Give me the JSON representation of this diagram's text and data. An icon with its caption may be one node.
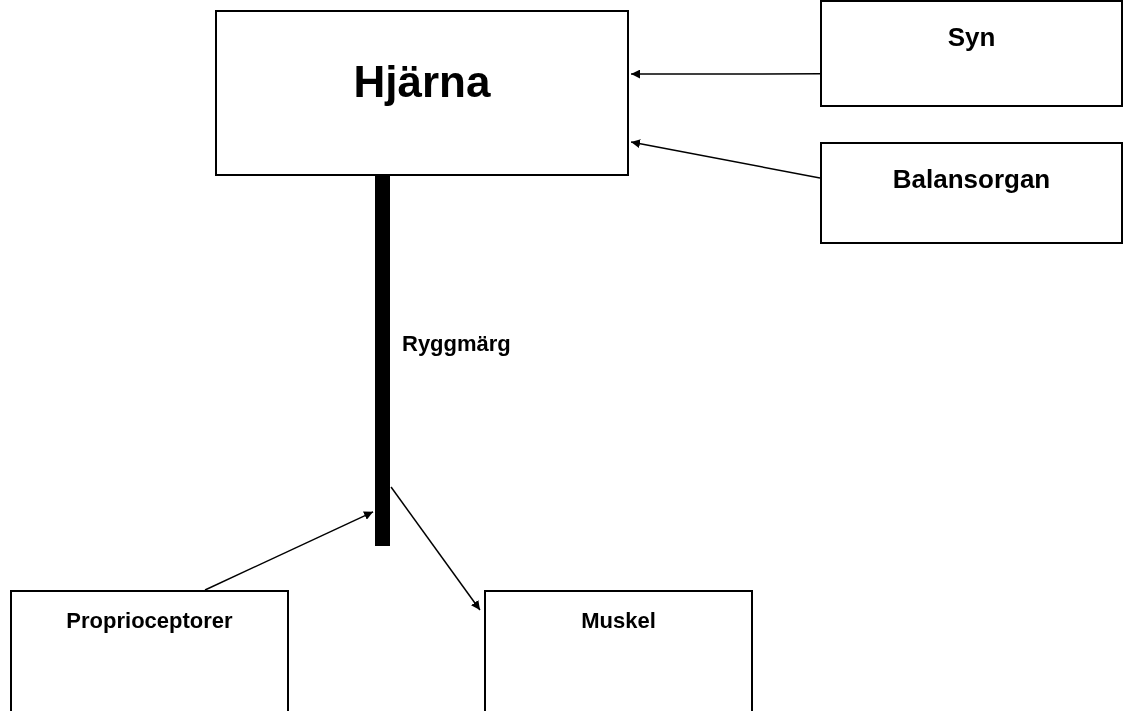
{
  "diagram": {
    "nodes": [
      {
        "text": [
          "Hjärna"
        ]
      },
      {
        "text": [
          "Syn"
        ]
      },
      {
        "text": [
          "Balansorgan"
        ]
      },
      {
        "text": [],
        "shape": "bar",
        "beside": [
          "Ryggmärg"
        ]
      },
      {
        "text": [
          "Proprioceptorer"
        ]
      },
      {
        "text": [
          "Muskel"
        ]
      }
    ],
    "edges": [
      {
        "from": 1,
        "to": 0,
        "arrow": "to"
      },
      {
        "from": 2,
        "to": 0,
        "arrow": "to"
      },
      {
        "from": 4,
        "to": 3,
        "arrow": "to"
      },
      {
        "from": 3,
        "to": 5,
        "arrow": "to"
      }
    ]
  }
}
